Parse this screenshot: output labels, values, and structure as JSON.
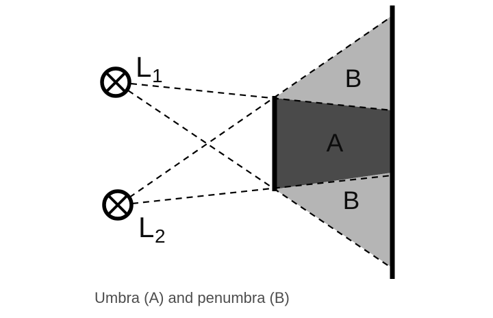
{
  "diagram": {
    "caption": "Umbra (A) and penumbra (B)",
    "sources": {
      "s1": {
        "main": "L",
        "sub": "1"
      },
      "s2": {
        "main": "L",
        "sub": "2"
      }
    },
    "regions": {
      "umbra_label": "A",
      "penumbra_top_label": "B",
      "penumbra_bottom_label": "B"
    },
    "colors": {
      "umbra": "#4a4a4a",
      "penumbra": "#b5b5b5",
      "stroke": "#000000",
      "caption": "#4d4d4d"
    }
  }
}
